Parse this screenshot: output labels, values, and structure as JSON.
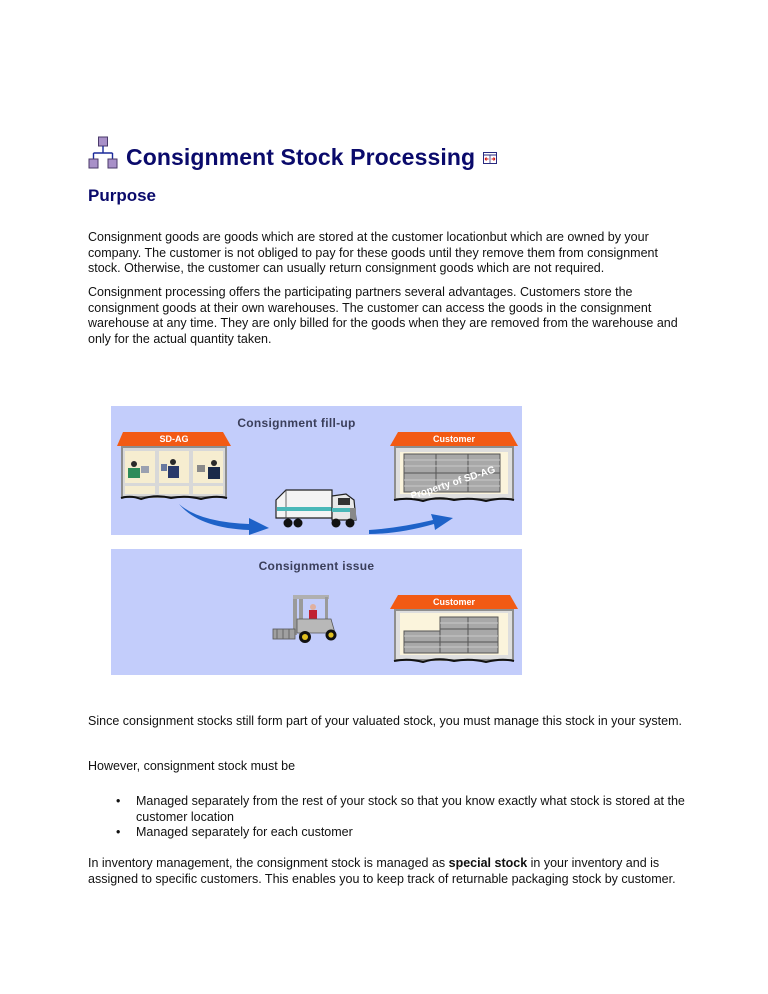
{
  "document": {
    "title": "Consignment Stock Processing",
    "title_icon": "hierarchy-icon",
    "expand_icon": "expand-arrows-icon",
    "colors": {
      "heading": "#0a0a6b",
      "body_text": "#111111",
      "figure_background": "#c3cdfb",
      "roof_orange": "#f25a14",
      "arrow_blue": "#1e62c8"
    }
  },
  "purpose": {
    "heading": "Purpose",
    "paragraph_1": "Consignment goods are goods which are stored at the customer locationbut which are owned by your company. The customer is not obliged to pay for these goods until they remove them from consignment stock. Otherwise, the customer can usually return consignment goods which are not required.",
    "paragraph_2": "Consignment processing offers the participating partners several advantages. Customers store the consignment goods at their own warehouses. The customer can access the goods in the consignment warehouse at any time. They are only billed for the goods when they are removed from the warehouse and only for the actual quantity taken."
  },
  "figures": [
    {
      "caption": "Consignment fill-up",
      "left_building_label": "SD-AG",
      "right_building_label": "Customer",
      "watermark": "Property of SD-AG",
      "vehicle": "truck-icon"
    },
    {
      "caption": "Consignment issue",
      "right_building_label": "Customer",
      "vehicle": "forklift-icon"
    }
  ],
  "body": {
    "paragraph_3": "Since consignment stocks still form part of your valuated stock, you must manage this stock in your system.",
    "paragraph_4": "However, consignment stock must be",
    "bullets": [
      "Managed separately from the rest of your stock so that you know exactly what stock is stored at the customer location",
      "Managed separately for each customer"
    ],
    "bullet_glyph": "•",
    "paragraph_5_before": "In inventory management, the consignment stock is managed as ",
    "paragraph_5_bold": "special stock",
    "paragraph_5_after": " in your inventory and is assigned to specific customers. This enables you to keep track of returnable packaging stock by customer."
  }
}
